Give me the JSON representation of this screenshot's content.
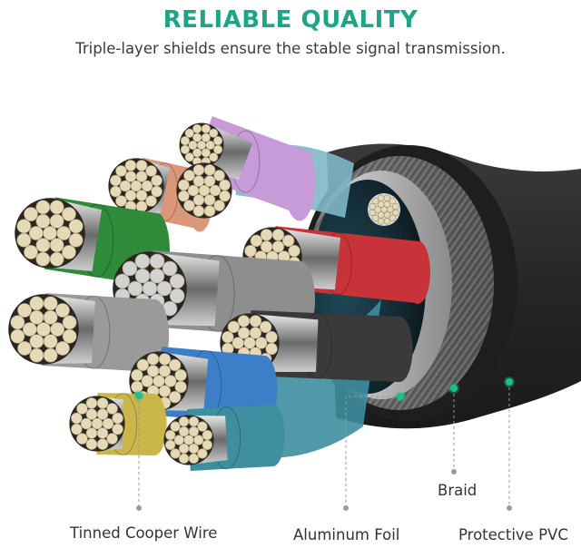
{
  "header": {
    "title": "RELIABLE QUALITY",
    "subtitle": "Triple-layer shields ensure the stable signal transmission."
  },
  "callouts": [
    {
      "id": "tinned-copper-wire",
      "label": "Tinned Cooper Wire"
    },
    {
      "id": "aluminum-foil",
      "label": "Aluminum Foil"
    },
    {
      "id": "braid",
      "label": "Braid"
    },
    {
      "id": "protective-pvc",
      "label": "Protective PVC"
    }
  ],
  "colors": {
    "accent": "#1fa585",
    "marker": "#1cc08e",
    "leader": "#9a9a9a",
    "jacket": "#2b2b2b",
    "copper_strand": "#e6d9b8"
  },
  "wires": [
    {
      "name": "purple-wire",
      "insulation": "#c79ad8"
    },
    {
      "name": "orange-wire",
      "insulation": "#d9987a"
    },
    {
      "name": "green-wire",
      "insulation": "#2f8a3a"
    },
    {
      "name": "red-wire",
      "insulation": "#c8333a"
    },
    {
      "name": "gray-wire",
      "insulation": "#8e8e8e"
    },
    {
      "name": "black-wire",
      "insulation": "#3a3a3a"
    },
    {
      "name": "blue-wire",
      "insulation": "#3c7fc8"
    },
    {
      "name": "yellow-wire",
      "insulation": "#cbb64a"
    },
    {
      "name": "teal-foil-pair",
      "insulation": "#3e8ea0"
    }
  ]
}
